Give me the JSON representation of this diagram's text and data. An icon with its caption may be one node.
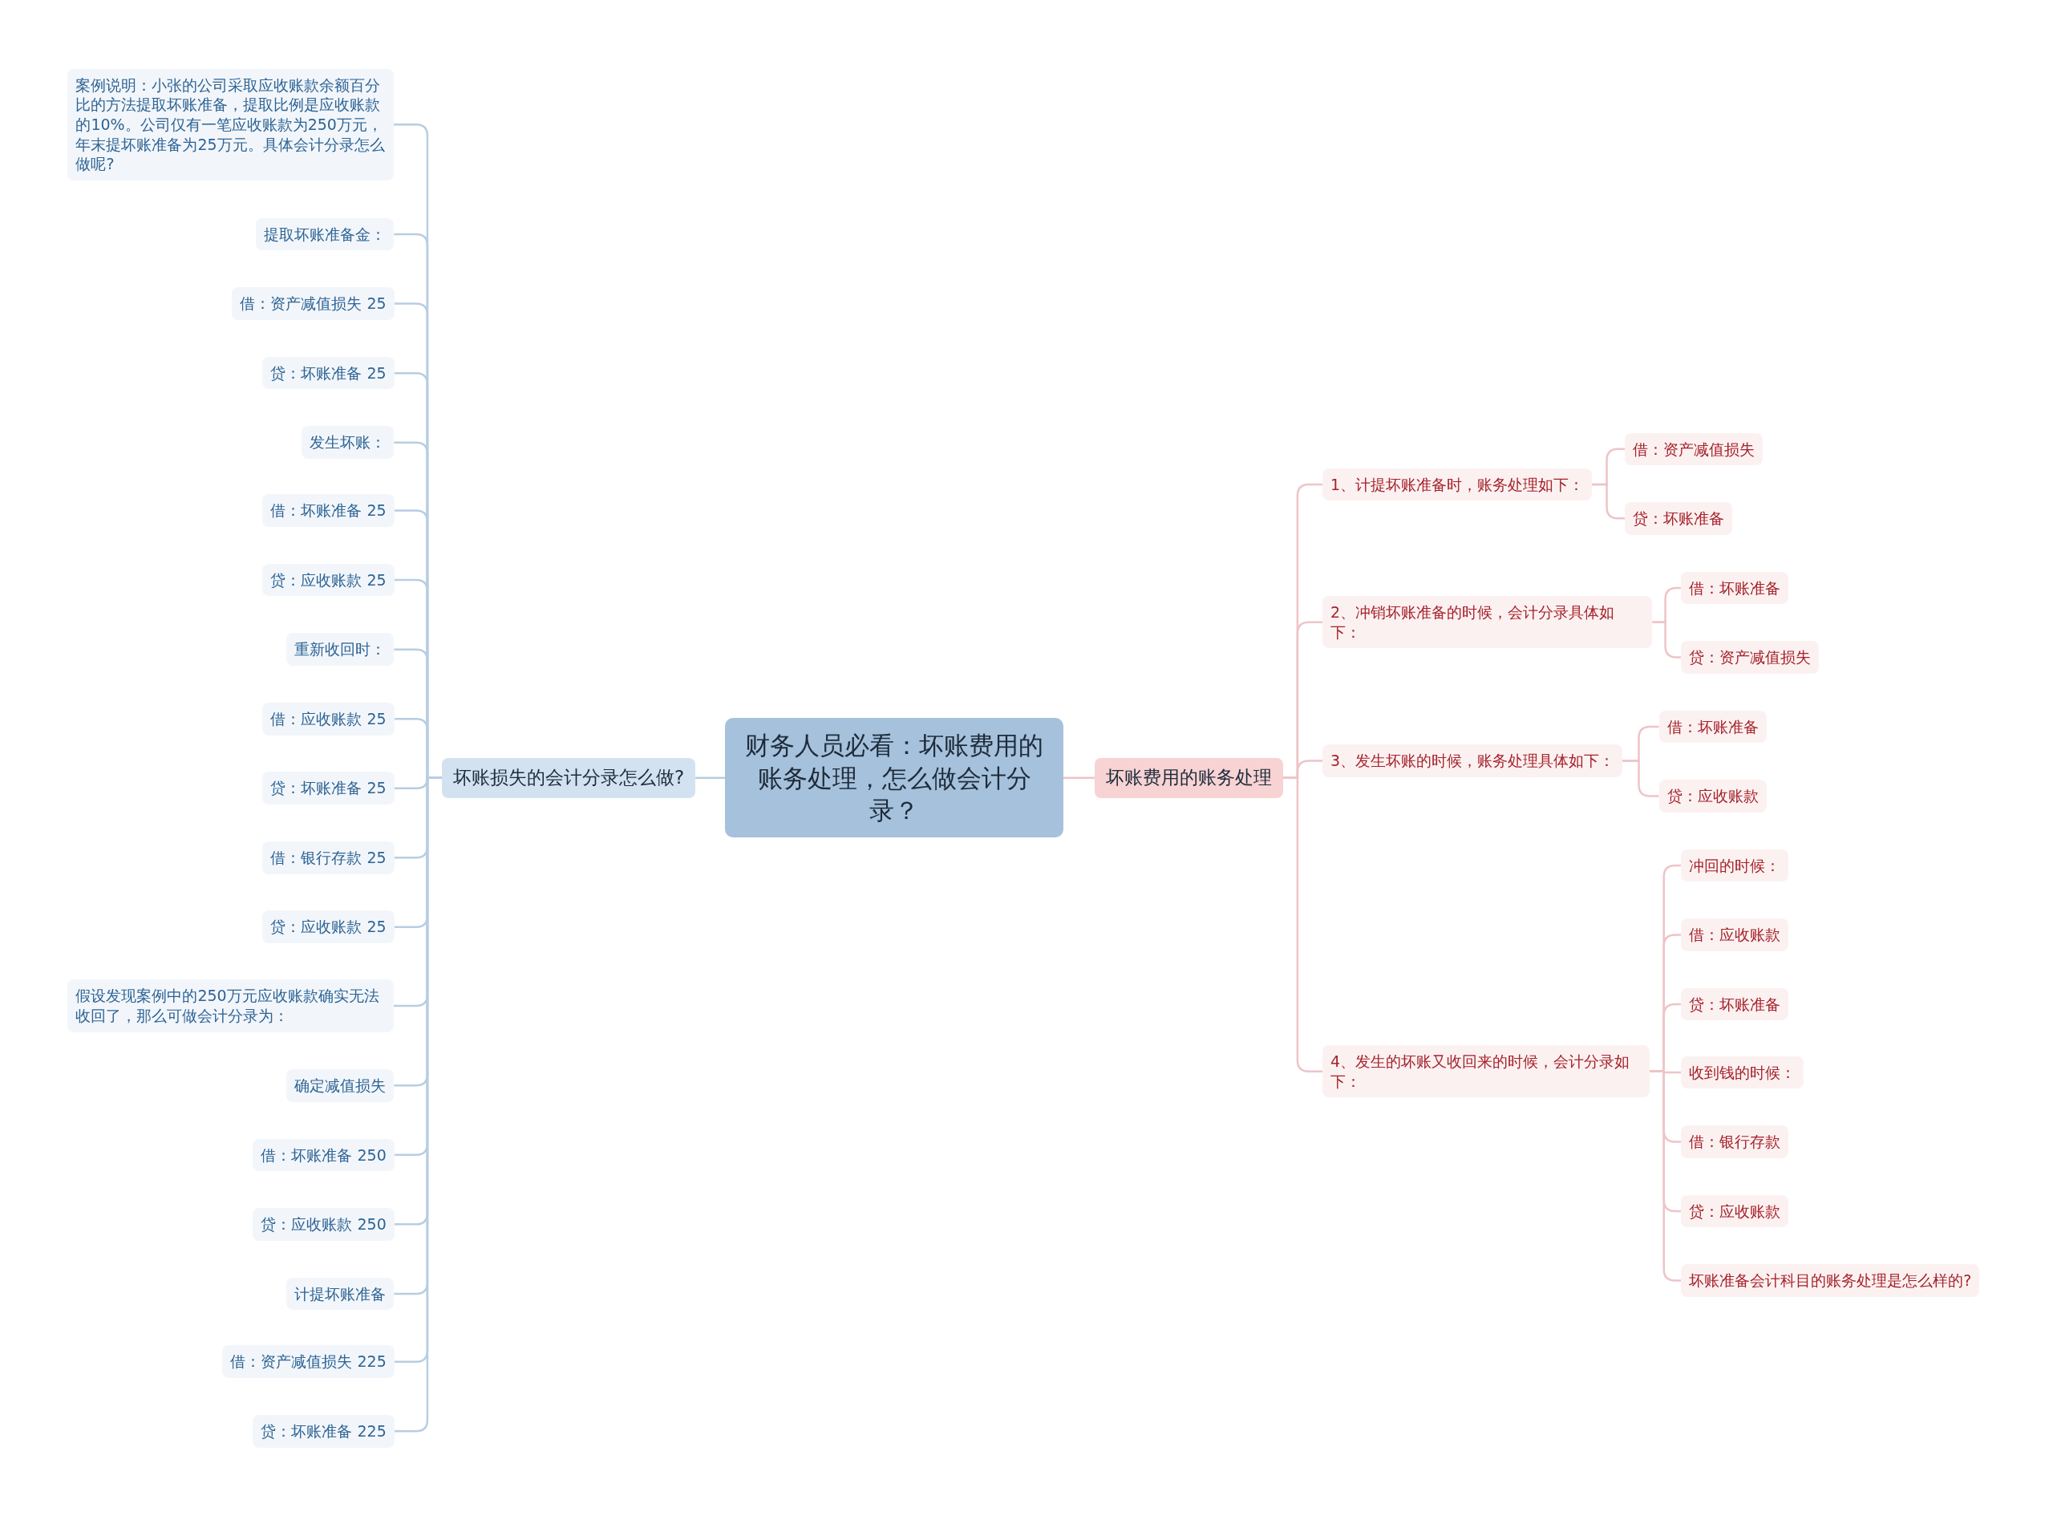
{
  "diagram": {
    "nodes": [
      {
        "text": [
          "财务人员必看：坏账费用的账务处理，怎么做会计分录？"
        ]
      },
      {
        "text": [
          "坏账损失的会计分录怎么做?"
        ]
      },
      {
        "text": [
          "案例说明：小张的公司采取应收账款余额百分比的方法提取坏账准备，提取比例是应收账款的10%。公司仅有一笔应收账款为250万元，年末提坏账准备为25万元。具体会计分录怎么做呢?"
        ]
      },
      {
        "text": [
          "提取坏账准备金："
        ]
      },
      {
        "text": [
          "借：资产减值损失 25"
        ]
      },
      {
        "text": [
          "贷：坏账准备 25"
        ]
      },
      {
        "text": [
          "发生坏账："
        ]
      },
      {
        "text": [
          "借：坏账准备 25"
        ]
      },
      {
        "text": [
          "贷：应收账款 25"
        ]
      },
      {
        "text": [
          "重新收回时："
        ]
      },
      {
        "text": [
          "借：应收账款 25"
        ]
      },
      {
        "text": [
          "贷：坏账准备 25"
        ]
      },
      {
        "text": [
          "借：银行存款 25"
        ]
      },
      {
        "text": [
          "贷：应收账款 25"
        ]
      },
      {
        "text": [
          "假设发现案例中的250万元应收账款确实无法收回了，那么可做会计分录为："
        ]
      },
      {
        "text": [
          "确定减值损失"
        ]
      },
      {
        "text": [
          "借：坏账准备 250"
        ]
      },
      {
        "text": [
          "贷：应收账款 250"
        ]
      },
      {
        "text": [
          "计提坏账准备"
        ]
      },
      {
        "text": [
          "借：资产减值损失 225"
        ]
      },
      {
        "text": [
          "贷：坏账准备 225"
        ]
      },
      {
        "text": [
          "坏账费用的账务处理"
        ]
      },
      {
        "text": [
          "1、计提坏账准备时，账务处理如下："
        ]
      },
      {
        "text": [
          "借：资产减值损失"
        ]
      },
      {
        "text": [
          "贷：坏账准备"
        ]
      },
      {
        "text": [
          "2、冲销坏账准备的时候，会计分录具体如下："
        ]
      },
      {
        "text": [
          "借：坏账准备"
        ]
      },
      {
        "text": [
          "贷：资产减值损失"
        ]
      },
      {
        "text": [
          "3、发生坏账的时候，账务处理具体如下："
        ]
      },
      {
        "text": [
          "借：坏账准备"
        ]
      },
      {
        "text": [
          "贷：应收账款"
        ]
      },
      {
        "text": [
          "4、发生的坏账又收回来的时候，会计分录如下："
        ]
      },
      {
        "text": [
          "冲回的时候："
        ]
      },
      {
        "text": [
          "借：应收账款"
        ]
      },
      {
        "text": [
          "贷：坏账准备"
        ]
      },
      {
        "text": [
          "收到钱的时候："
        ]
      },
      {
        "text": [
          "借：银行存款"
        ]
      },
      {
        "text": [
          "贷：应收账款"
        ]
      },
      {
        "text": [
          "坏账准备会计科目的账务处理是怎么样的?"
        ]
      }
    ],
    "edges": [
      {
        "from": 0,
        "to": 1,
        "arrow": "none"
      },
      {
        "from": 1,
        "to": 2,
        "arrow": "none"
      },
      {
        "from": 1,
        "to": 3,
        "arrow": "none"
      },
      {
        "from": 1,
        "to": 4,
        "arrow": "none"
      },
      {
        "from": 1,
        "to": 5,
        "arrow": "none"
      },
      {
        "from": 1,
        "to": 6,
        "arrow": "none"
      },
      {
        "from": 1,
        "to": 7,
        "arrow": "none"
      },
      {
        "from": 1,
        "to": 8,
        "arrow": "none"
      },
      {
        "from": 1,
        "to": 9,
        "arrow": "none"
      },
      {
        "from": 1,
        "to": 10,
        "arrow": "none"
      },
      {
        "from": 1,
        "to": 11,
        "arrow": "none"
      },
      {
        "from": 1,
        "to": 12,
        "arrow": "none"
      },
      {
        "from": 1,
        "to": 13,
        "arrow": "none"
      },
      {
        "from": 1,
        "to": 14,
        "arrow": "none"
      },
      {
        "from": 1,
        "to": 15,
        "arrow": "none"
      },
      {
        "from": 1,
        "to": 16,
        "arrow": "none"
      },
      {
        "from": 1,
        "to": 17,
        "arrow": "none"
      },
      {
        "from": 1,
        "to": 18,
        "arrow": "none"
      },
      {
        "from": 1,
        "to": 19,
        "arrow": "none"
      },
      {
        "from": 1,
        "to": 20,
        "arrow": "none"
      },
      {
        "from": 0,
        "to": 21,
        "arrow": "none"
      },
      {
        "from": 21,
        "to": 22,
        "arrow": "none"
      },
      {
        "from": 22,
        "to": 23,
        "arrow": "none"
      },
      {
        "from": 22,
        "to": 24,
        "arrow": "none"
      },
      {
        "from": 21,
        "to": 25,
        "arrow": "none"
      },
      {
        "from": 25,
        "to": 26,
        "arrow": "none"
      },
      {
        "from": 25,
        "to": 27,
        "arrow": "none"
      },
      {
        "from": 21,
        "to": 28,
        "arrow": "none"
      },
      {
        "from": 28,
        "to": 29,
        "arrow": "none"
      },
      {
        "from": 28,
        "to": 30,
        "arrow": "none"
      },
      {
        "from": 21,
        "to": 31,
        "arrow": "none"
      },
      {
        "from": 31,
        "to": 32,
        "arrow": "none"
      },
      {
        "from": 31,
        "to": 33,
        "arrow": "none"
      },
      {
        "from": 31,
        "to": 34,
        "arrow": "none"
      },
      {
        "from": 31,
        "to": 35,
        "arrow": "none"
      },
      {
        "from": 31,
        "to": 36,
        "arrow": "none"
      },
      {
        "from": 31,
        "to": 37,
        "arrow": "none"
      },
      {
        "from": 31,
        "to": 38,
        "arrow": "none"
      }
    ]
  }
}
